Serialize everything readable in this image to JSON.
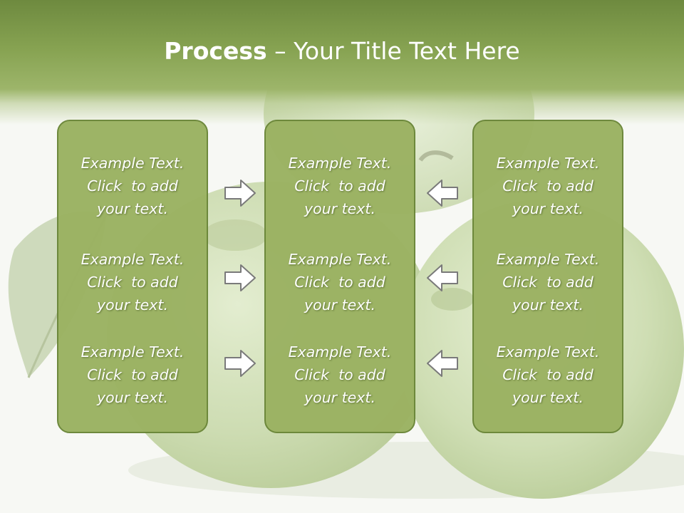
{
  "title": {
    "bold": "Process",
    "rest": " – Your Title Text Here"
  },
  "columns": [
    {
      "items": [
        {
          "line1": "Example Text.",
          "line2": "Click  to add",
          "line3": "your text."
        },
        {
          "line1": "Example Text.",
          "line2": "Click  to add",
          "line3": "your text."
        },
        {
          "line1": "Example Text.",
          "line2": "Click  to add",
          "line3": "your text."
        }
      ]
    },
    {
      "items": [
        {
          "line1": "Example Text.",
          "line2": "Click  to add",
          "line3": "your text."
        },
        {
          "line1": "Example Text.",
          "line2": "Click  to add",
          "line3": "your text."
        },
        {
          "line1": "Example Text.",
          "line2": "Click  to add",
          "line3": "your text."
        }
      ]
    },
    {
      "items": [
        {
          "line1": "Example Text.",
          "line2": "Click  to add",
          "line3": "your text."
        },
        {
          "line1": "Example Text.",
          "line2": "Click  to add",
          "line3": "your text."
        },
        {
          "line1": "Example Text.",
          "line2": "Click  to add",
          "line3": "your text."
        }
      ]
    }
  ],
  "colors": {
    "header": "#87a352",
    "panel": "#9bb262",
    "panel_border": "#6a8638",
    "arrow_fill": "#ffffff",
    "arrow_stroke": "#7a7a7a"
  }
}
